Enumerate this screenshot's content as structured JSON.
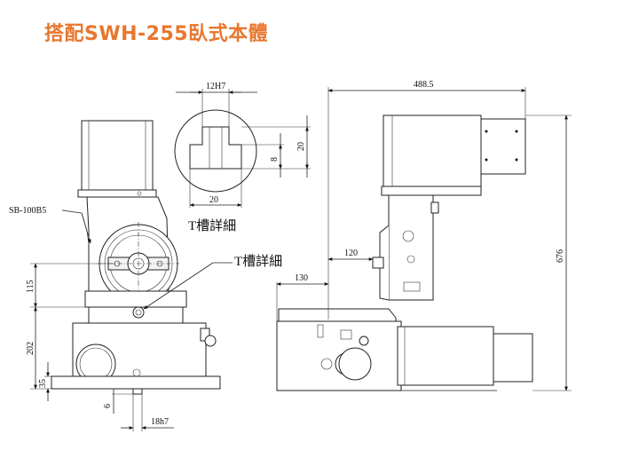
{
  "title": "搭配SWH-255臥式本體",
  "detail": {
    "dim_slot_width": "12H7",
    "dim_height": "20",
    "dim_depth": "8",
    "dim_width": "20",
    "label": "T槽詳細"
  },
  "front_view": {
    "motor_label": "SB-100B5",
    "tslot_callout": "T槽詳細",
    "dim_115": "115",
    "dim_202": "202",
    "dim_35": "35",
    "dim_6": "6",
    "dim_key": "18h7"
  },
  "side_view": {
    "dim_488_5": "488.5",
    "dim_676": "676",
    "dim_120": "120",
    "dim_130": "130"
  }
}
